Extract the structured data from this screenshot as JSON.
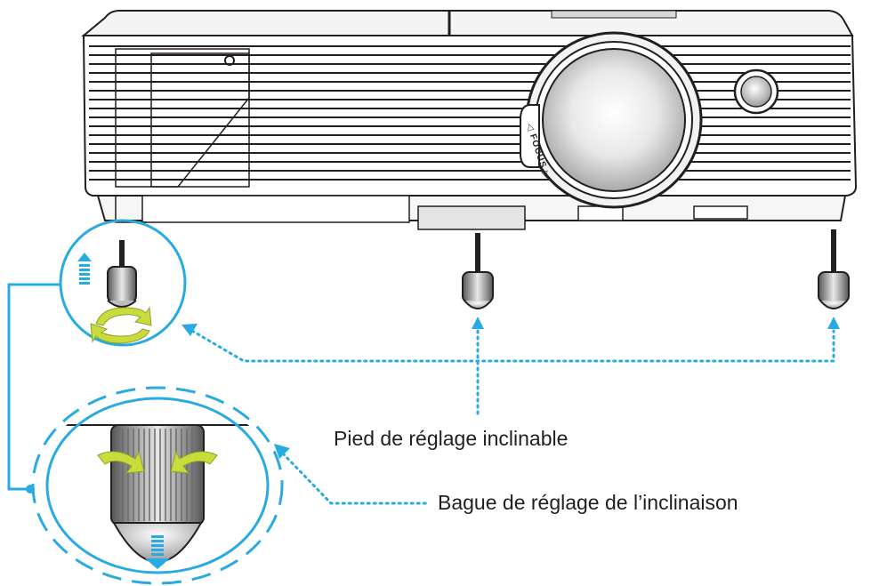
{
  "labels": {
    "focus": "◁ FOCUS ▷",
    "tilt_foot": "Pied de réglage inclinable",
    "tilt_ring": "Bague de réglage de l’inclinaison"
  },
  "icons": {
    "up_arrow": "up-arrow-icon",
    "down_arrow": "down-arrow-icon",
    "rotate_arrows": "rotate-arrows-icon"
  },
  "colors": {
    "callout": "#29abe2",
    "rotate_arrow": "#c9dc3c",
    "outline": "#231f20"
  }
}
